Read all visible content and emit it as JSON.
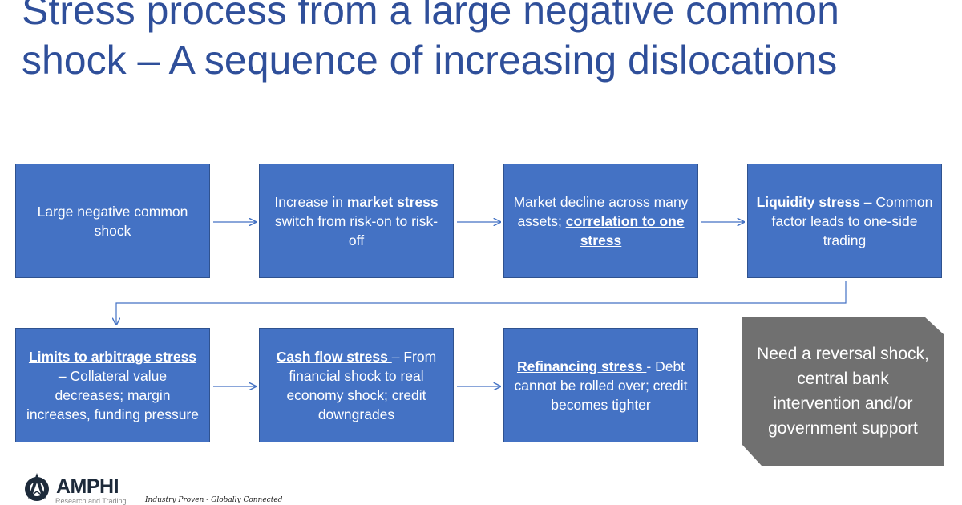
{
  "title": {
    "line1": "Stress process from a large negative common",
    "line2": "shock – A sequence of increasing dislocations"
  },
  "boxes": [
    {
      "parts": [
        {
          "text": "Large negative common shock",
          "bold": false
        }
      ]
    },
    {
      "parts": [
        {
          "text": "Increase in ",
          "bold": false
        },
        {
          "text": "market stress",
          "bold": true
        },
        {
          "text": " switch from risk-on to risk-off",
          "bold": false
        }
      ]
    },
    {
      "parts": [
        {
          "text": "Market decline across many assets; ",
          "bold": false
        },
        {
          "text": "correlation to one stress",
          "bold": true
        }
      ]
    },
    {
      "parts": [
        {
          "text": "Liquidity stress",
          "bold": true
        },
        {
          "text": " – Common factor leads to one-side trading",
          "bold": false
        }
      ]
    },
    {
      "parts": [
        {
          "text": "Limits to arbitrage stress ",
          "bold": true
        },
        {
          "text": "– Collateral value decreases; margin increases, funding pressure",
          "bold": false
        }
      ]
    },
    {
      "parts": [
        {
          "text": "Cash flow stress ",
          "bold": true
        },
        {
          "text": "– From financial shock to real economy shock; credit downgrades",
          "bold": false
        }
      ]
    },
    {
      "parts": [
        {
          "text": "Refinancing stress ",
          "bold": true
        },
        {
          "text": "- Debt cannot be rolled over; credit becomes tighter",
          "bold": false
        }
      ]
    }
  ],
  "conclusion": "Need a reversal shock, central bank intervention and/or government support",
  "footer": {
    "logo_name": "AMPHI",
    "logo_sub": "Research and Trading",
    "tagline": "Industry Proven - Globally Connected"
  },
  "colors": {
    "title": "#2F4F9A",
    "box": "#4472C4",
    "conclusion": "#707070",
    "arrow": "#4472C4"
  }
}
